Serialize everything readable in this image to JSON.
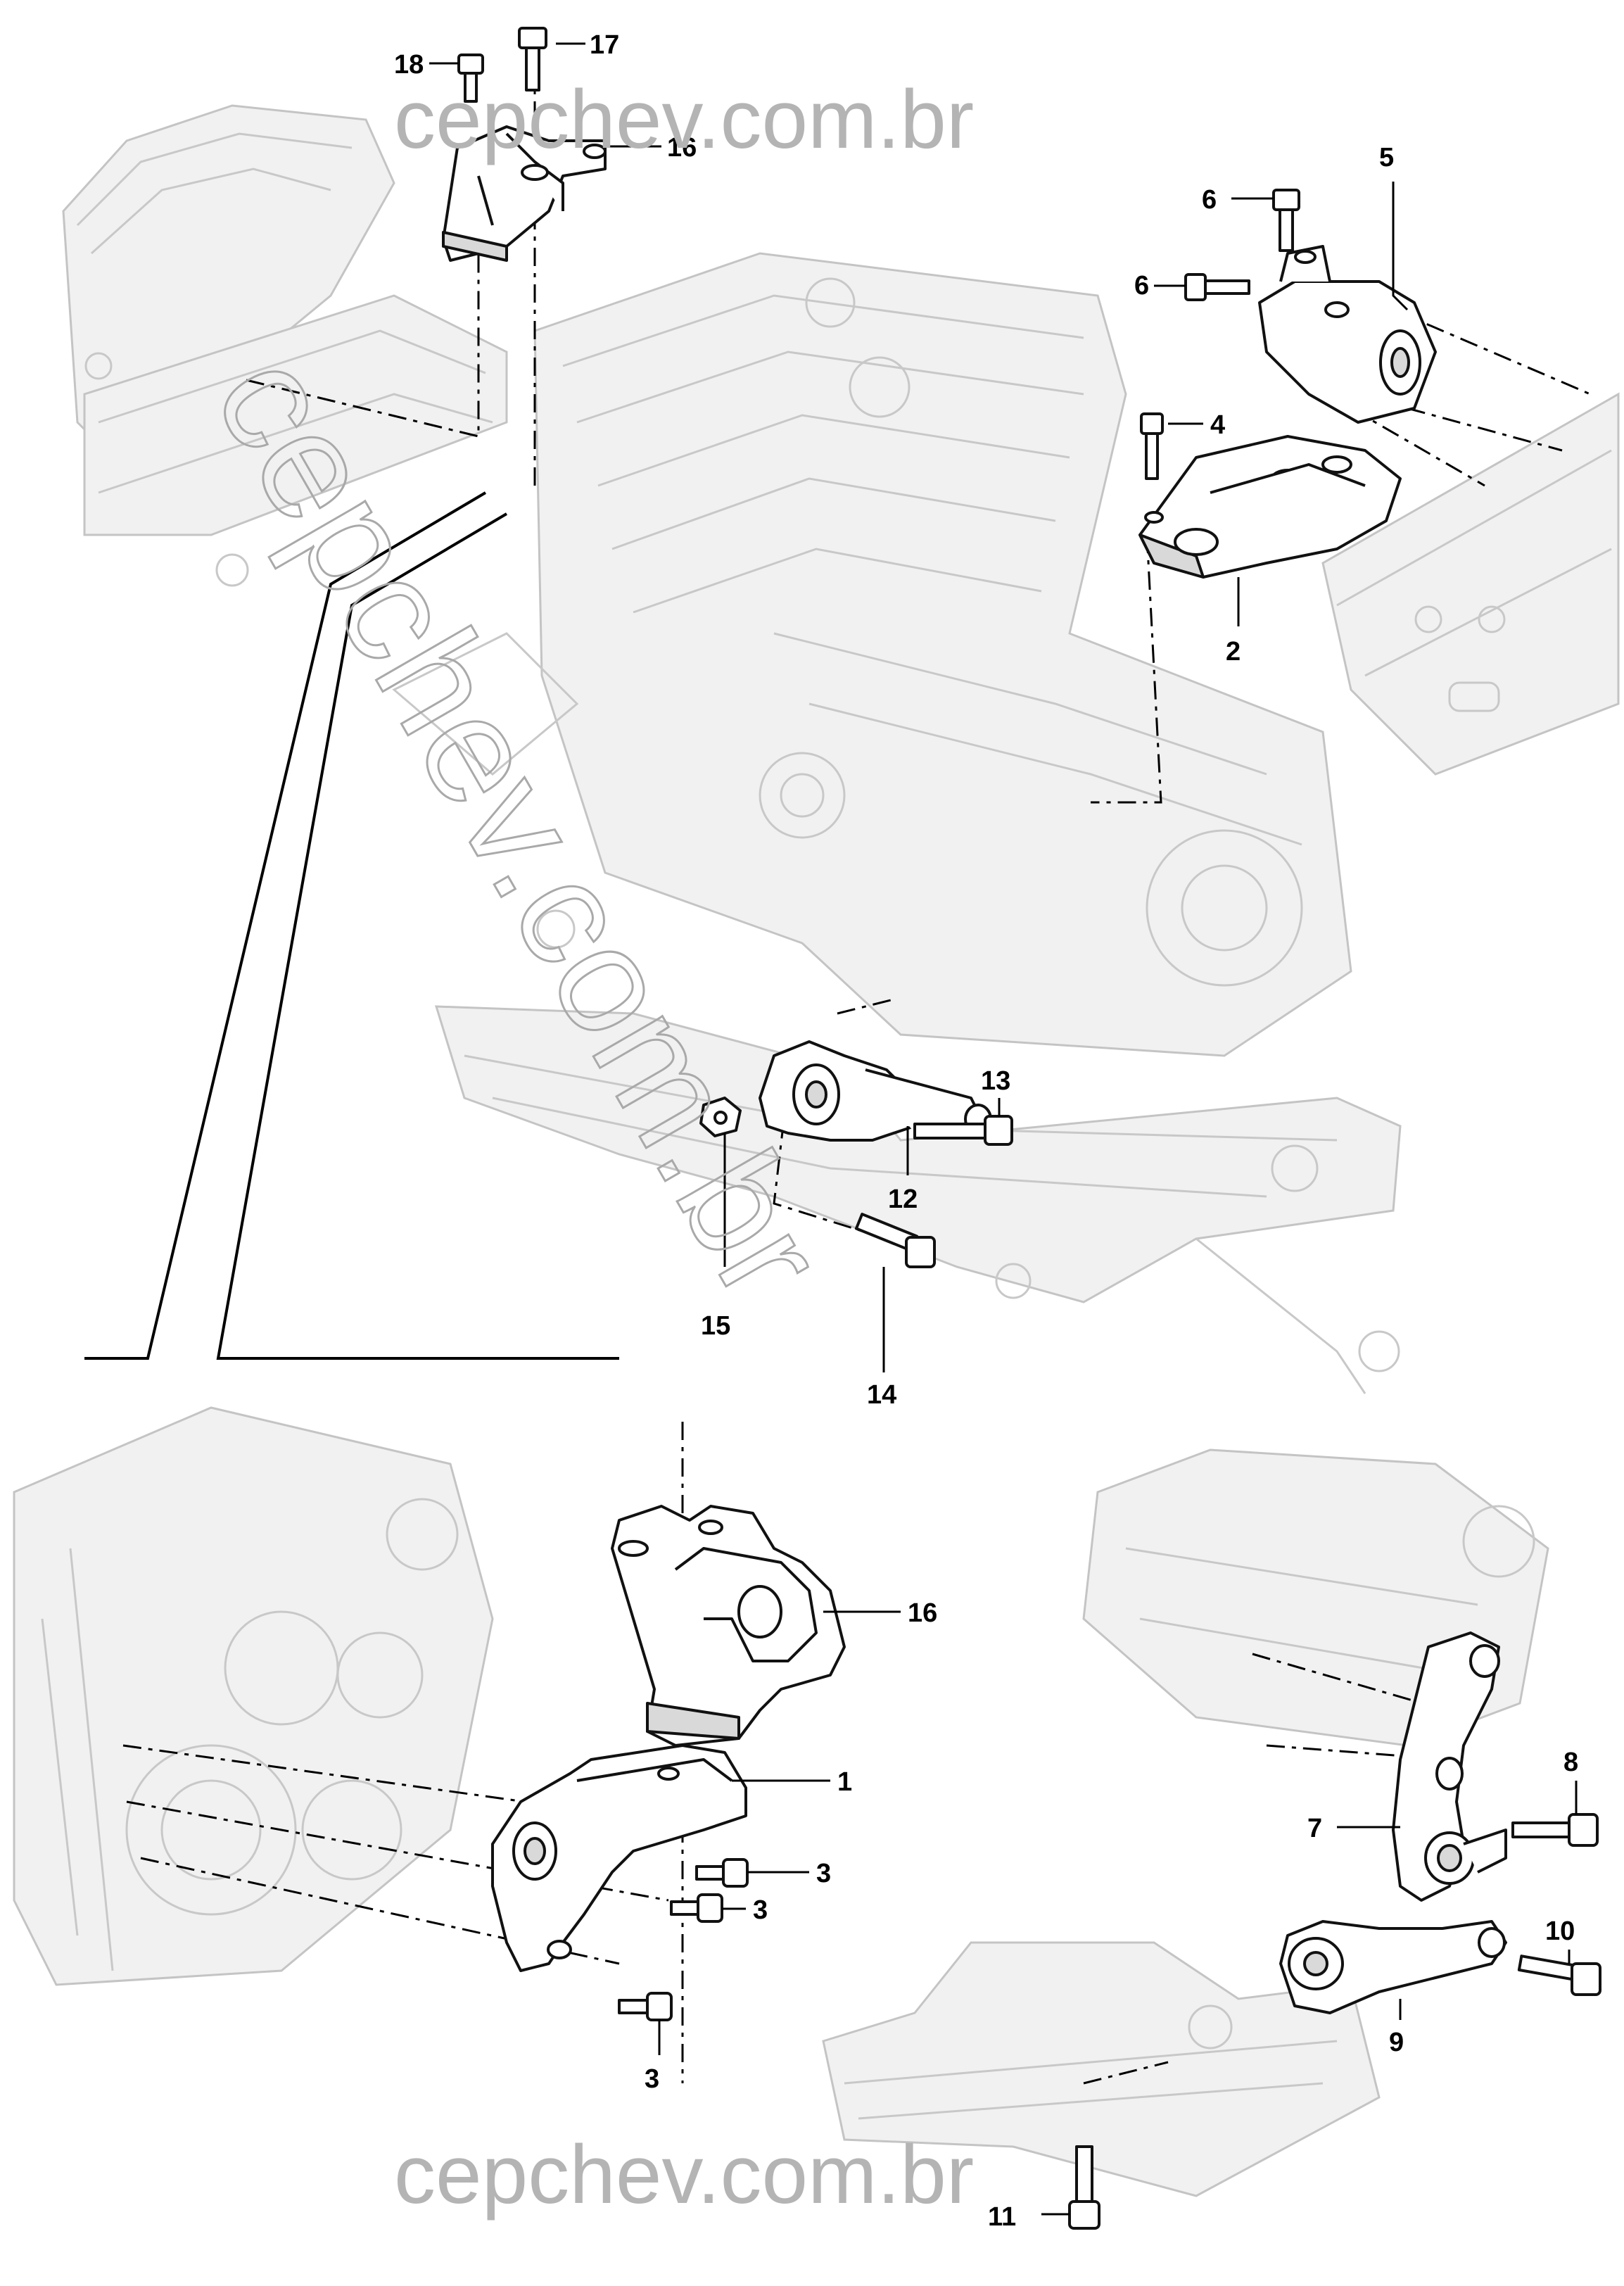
{
  "watermark": {
    "top": "cepchev.com.br",
    "bottom": "cepchev.com.br",
    "diagonal": "cepchev.com.br"
  },
  "callouts": {
    "c1": "1",
    "c2": "2",
    "c3a": "3",
    "c3b": "3",
    "c3c": "3",
    "c4": "4",
    "c5": "5",
    "c6a": "6",
    "c6b": "6",
    "c7": "7",
    "c8": "8",
    "c9": "9",
    "c10": "10",
    "c11": "11",
    "c12": "12",
    "c13": "13",
    "c14": "14",
    "c15": "15",
    "c16a": "16",
    "c16b": "16",
    "c17": "17",
    "c18": "18"
  }
}
